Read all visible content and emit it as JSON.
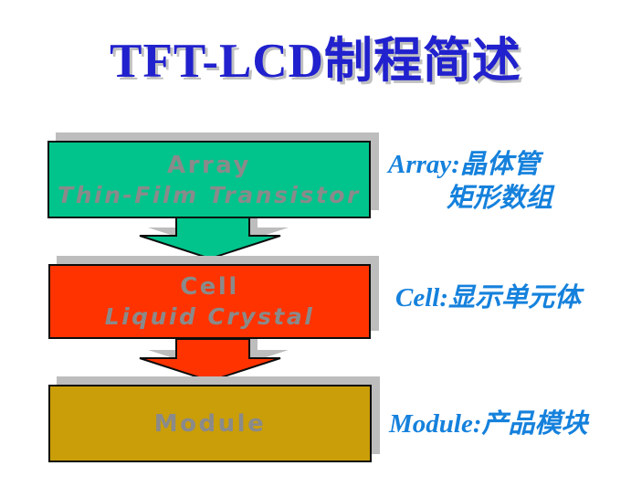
{
  "title": "TFT-LCD制程简述",
  "boxes": {
    "array": {
      "title": "Array",
      "subtitle": "Thin-Film Transistor"
    },
    "cell": {
      "title": "Cell",
      "subtitle": "Liquid Crystal"
    },
    "module": {
      "title": "Module"
    }
  },
  "notes": {
    "array": {
      "line1": "Array:晶体管",
      "line2": "矩形数组"
    },
    "cell": {
      "line1": "Cell:显示单元体"
    },
    "module": {
      "line1": "Module:产品模块"
    }
  },
  "colors": {
    "array_box": "#00C48C",
    "cell_box": "#FF3300",
    "module_box": "#CA9E08",
    "title_text": "#2121CE",
    "note_text": "#1581DC",
    "box_label_text": "#8A8A8A",
    "shadow": "#BDBDBD",
    "outline": "#0D0D0D",
    "background": "#FFFFFF"
  }
}
